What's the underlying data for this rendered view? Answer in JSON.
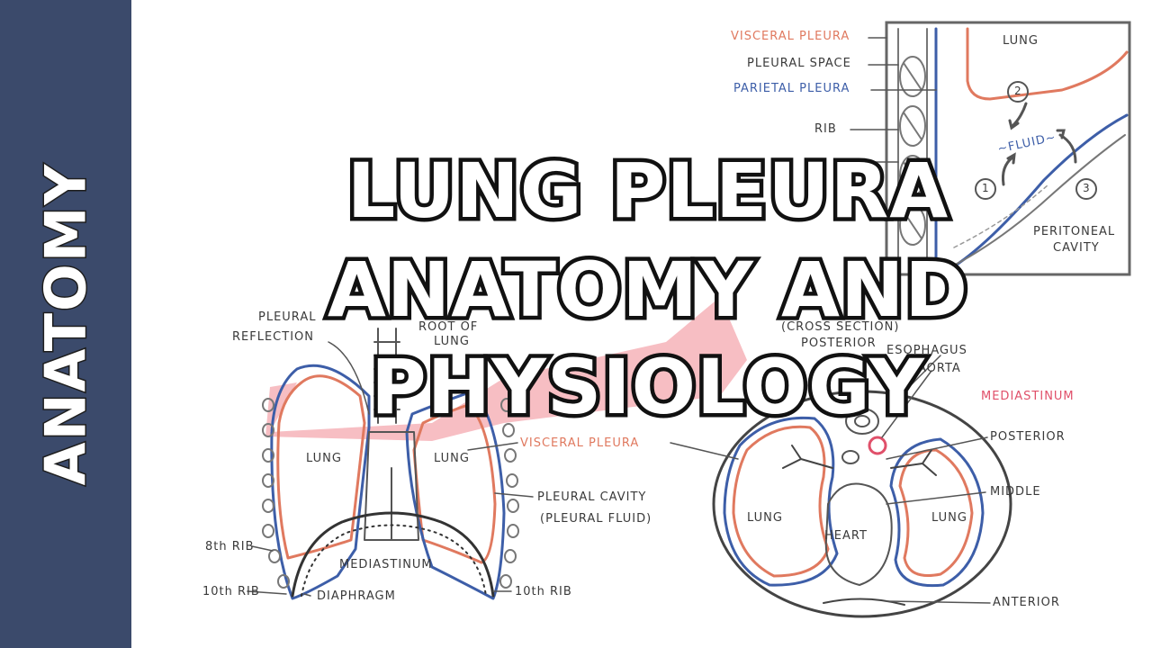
{
  "sidebar": {
    "label": "ANATOMY"
  },
  "title": {
    "line1": "LUNG PLEURA",
    "line2": "ANATOMY AND",
    "line3": "PHYSIOLOGY"
  },
  "inset": {
    "labels": {
      "visceral_pleura": "VISCERAL PLEURA",
      "pleural_space": "PLEURAL SPACE",
      "parietal_pleura": "PARIETAL PLEURA",
      "rib": "RIB",
      "lung": "LUNG",
      "fluid": "~FLUID~",
      "peritoneal_cavity_1": "PERITONEAL",
      "peritoneal_cavity_2": "CAVITY"
    },
    "markers": [
      "1",
      "2",
      "3"
    ]
  },
  "frontal": {
    "labels": {
      "pleural_reflection_1": "PLEURAL",
      "pleural_reflection_2": "REFLECTION",
      "root_of_lung_1": "ROOT OF",
      "root_of_lung_2": "LUNG",
      "lung_left": "LUNG",
      "lung_right": "LUNG",
      "visceral_pleura": "VISCERAL PLEURA",
      "pleural_cavity": "PLEURAL CAVITY",
      "pleural_fluid": "(PLEURAL FLUID)",
      "rib8": "8th RIB",
      "rib10_left": "10th RIB",
      "rib10_right": "10th RIB",
      "mediastinum": "MEDIASTINUM",
      "diaphragm": "DIAPHRAGM"
    }
  },
  "cross_section": {
    "labels": {
      "cross_section": "(CROSS SECTION)",
      "posterior_top": "POSTERIOR",
      "esophagus": "ESOPHAGUS",
      "aorta": "AORTA",
      "mediastinum": "MEDIASTINUM",
      "posterior": "POSTERIOR",
      "middle": "MIDDLE",
      "lung_left": "LUNG",
      "lung_right": "LUNG",
      "heart": "HEART",
      "anterior": "ANTERIOR"
    }
  },
  "colors": {
    "sidebar_bg": "#3b4a6b",
    "visceral": "#e0795f",
    "parietal": "#3d5ea8",
    "mediastinum": "#e0506a",
    "arrow": "#f0a0a8"
  }
}
